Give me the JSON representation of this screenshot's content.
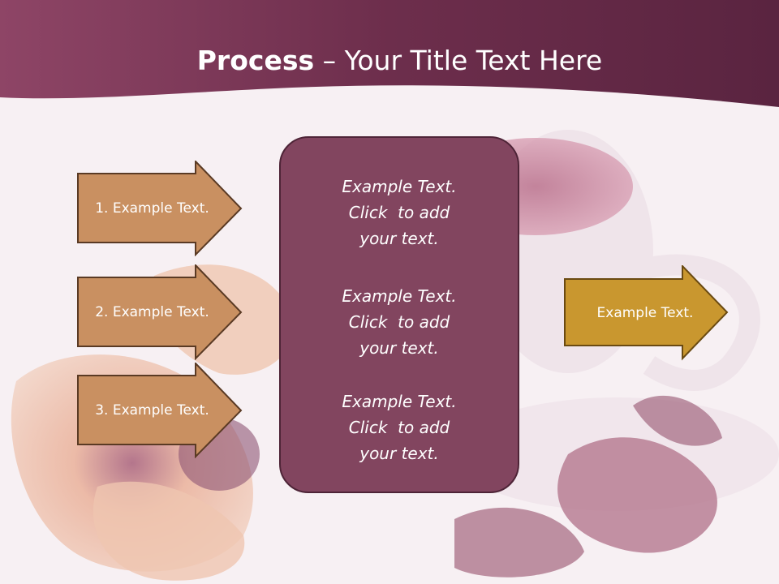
{
  "slide": {
    "title_bold": "Process",
    "title_rest": " – Your Title Text Here",
    "left_steps": [
      {
        "label": "1. Example Text."
      },
      {
        "label": "2. Example Text."
      },
      {
        "label": "3. Example Text."
      }
    ],
    "center_blocks": [
      {
        "lines": [
          "Example Text.",
          "Click  to add",
          "your text."
        ]
      },
      {
        "lines": [
          "Example Text.",
          "Click  to add",
          "your text."
        ]
      },
      {
        "lines": [
          "Example Text.",
          "Click  to add",
          "your text."
        ]
      }
    ],
    "right_output": {
      "label": "Example Text."
    }
  },
  "colors": {
    "header": "#7a3a5a",
    "left_arrow_fill": "#c99061",
    "left_arrow_stroke": "#5a3a24",
    "center_box": "#82455f",
    "right_arrow_fill": "#c9972f",
    "right_arrow_stroke": "#6a4a12"
  },
  "background_image": "herbal tea cup with dried hibiscus petals"
}
